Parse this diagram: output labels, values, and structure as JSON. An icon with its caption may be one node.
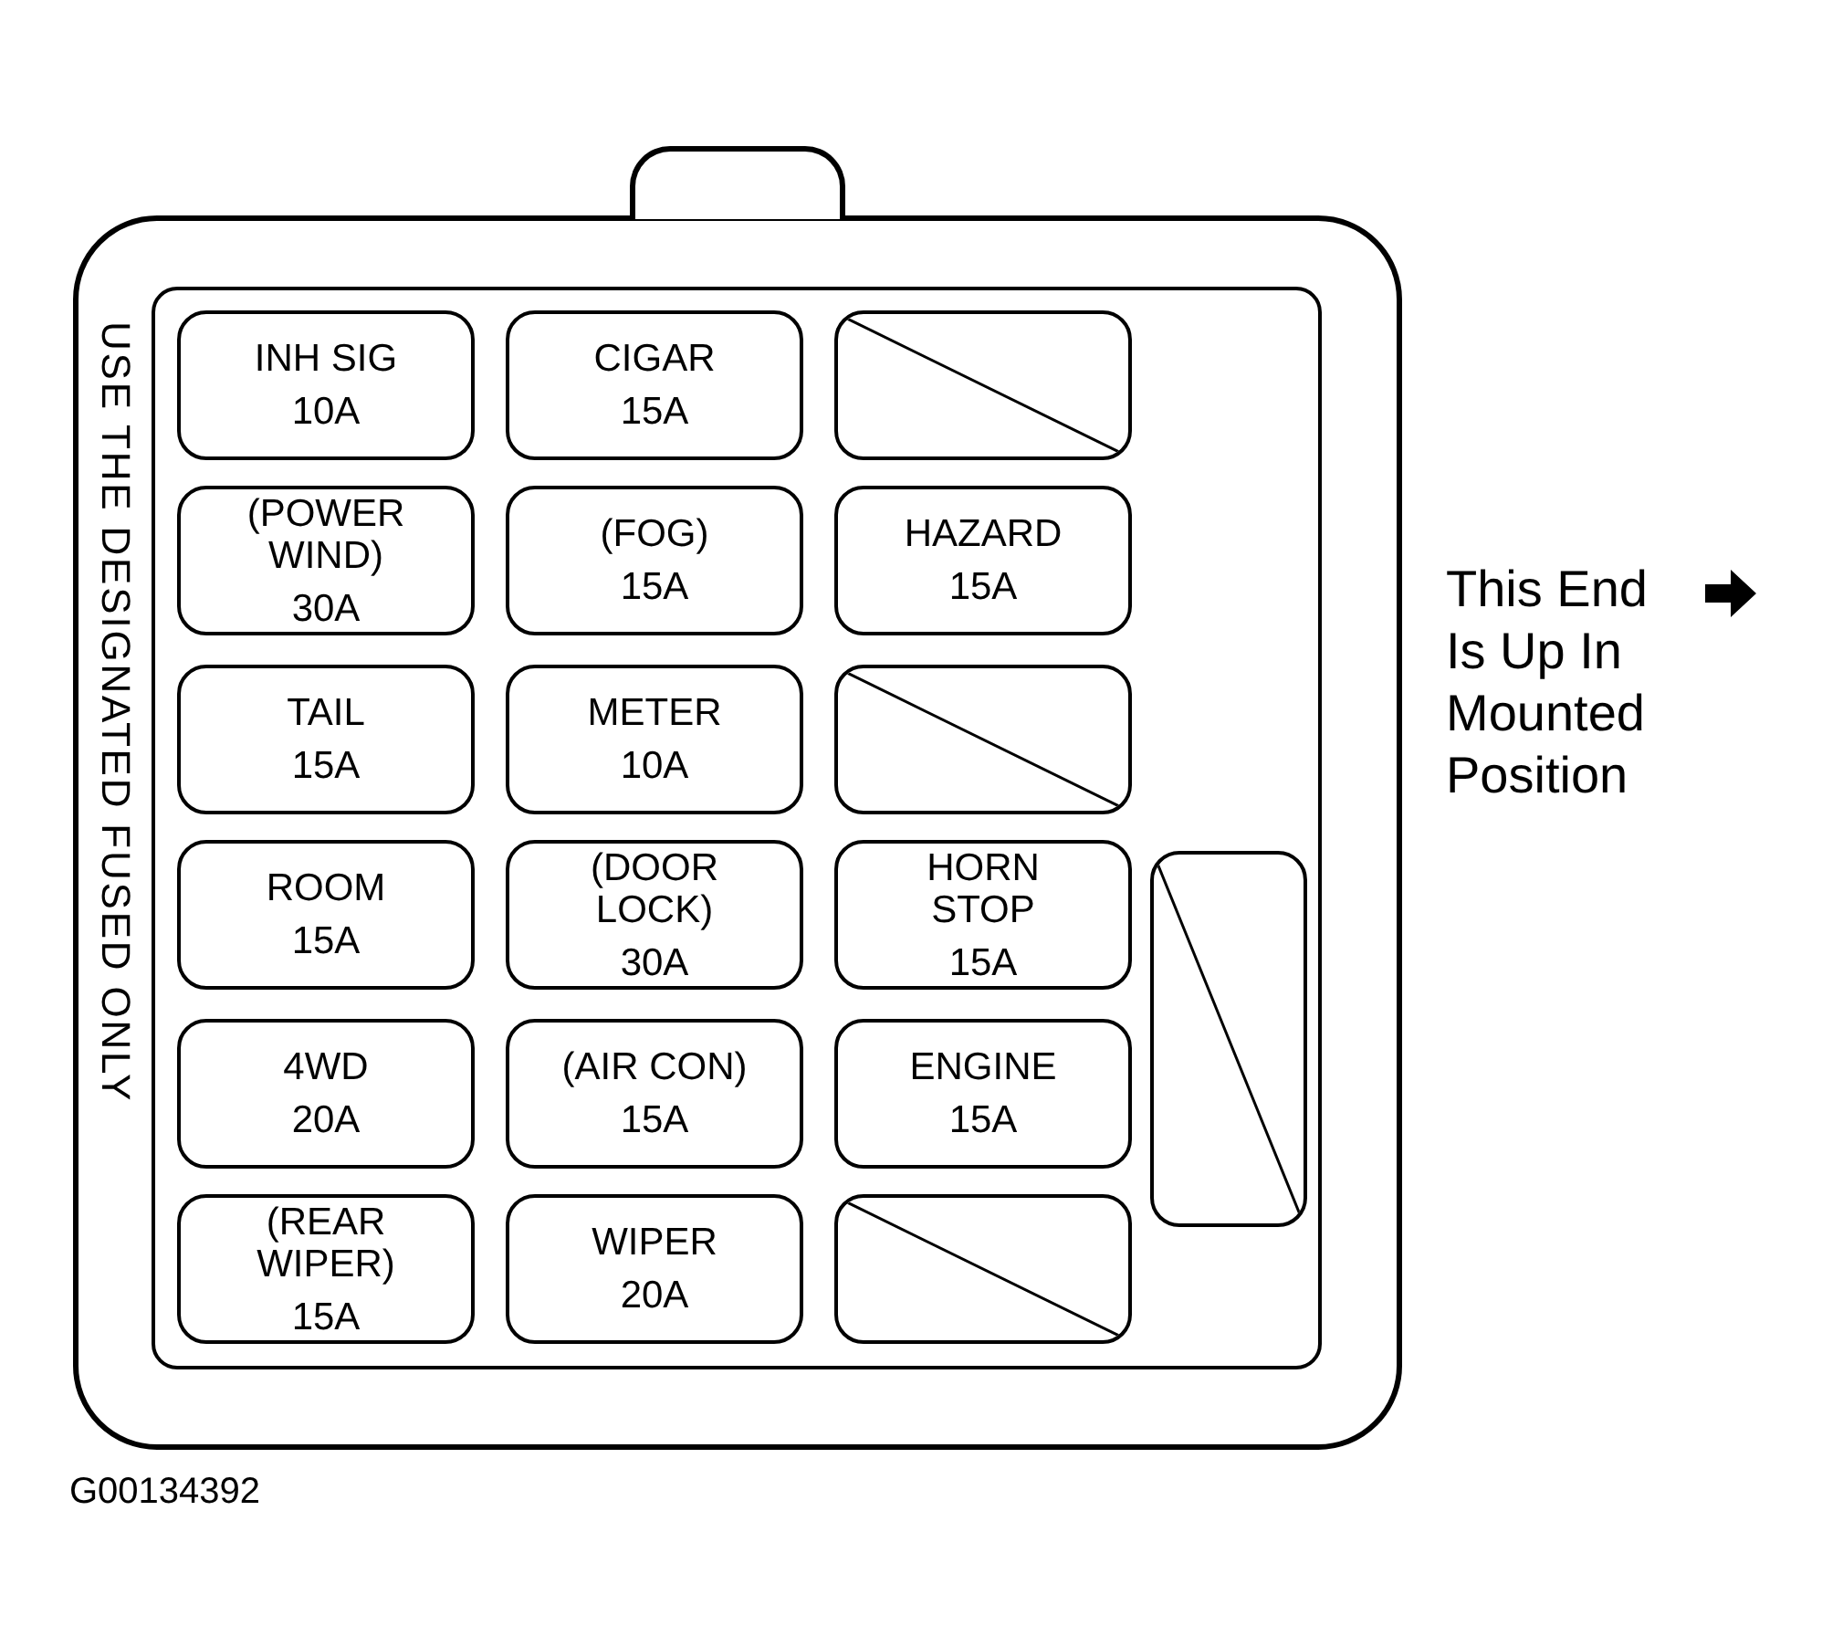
{
  "diagram": {
    "nodes": [
      {
        "text": [
          "USE THE DESIGNATED FUSED ONLY"
        ]
      },
      {
        "text": [],
        "shape": "box",
        "in": 0
      },
      {
        "text": [
          "INH SIG",
          "10A"
        ],
        "in": 1
      },
      {
        "text": [
          "CIGAR",
          "15A"
        ],
        "in": 1
      },
      {
        "text": [],
        "shape": "box",
        "in": 1
      },
      {
        "text": [
          "(POWER WIND)",
          "30A"
        ],
        "in": 1
      },
      {
        "text": [
          "(FOG)",
          "15A"
        ],
        "in": 1
      },
      {
        "text": [
          "HAZARD",
          "15A"
        ],
        "in": 1
      },
      {
        "text": [
          "TAIL",
          "15A"
        ],
        "in": 1
      },
      {
        "text": [
          "METER",
          "10A"
        ],
        "in": 1
      },
      {
        "text": [],
        "shape": "box",
        "in": 1
      },
      {
        "text": [
          "ROOM",
          "15A"
        ],
        "in": 1
      },
      {
        "text": [
          "(DOOR LOCK)",
          "30A"
        ],
        "in": 1
      },
      {
        "text": [
          "HORN STOP",
          "15A"
        ],
        "in": 1
      },
      {
        "text": [],
        "shape": "box",
        "in": 1
      },
      {
        "text": [
          "4WD",
          "20A"
        ],
        "in": 1
      },
      {
        "text": [
          "(AIR CON)",
          "15A"
        ],
        "in": 1
      },
      {
        "text": [
          "ENGINE",
          "15A"
        ],
        "in": 1
      },
      {
        "text": [
          "(REAR WIPER)",
          "15A"
        ],
        "in": 1
      },
      {
        "text": [
          "WIPER",
          "20A"
        ],
        "in": 1
      },
      {
        "text": [],
        "shape": "box",
        "in": 1
      },
      {
        "text": [],
        "shape": "bar"
      }
    ],
    "labels": [
      "This End Is Up In Mounted Position",
      "G00134392"
    ]
  }
}
